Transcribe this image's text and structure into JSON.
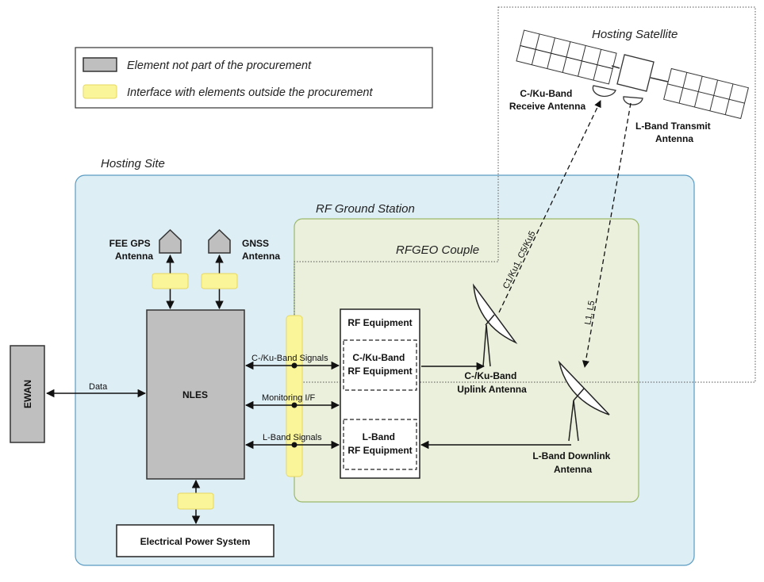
{
  "legend": {
    "not_part": "Element not part of the procurement",
    "interface": "Interface with elements outside the procurement"
  },
  "hosting_satellite": {
    "title": "Hosting Satellite",
    "receive_antenna": [
      "C-/Ku-Band",
      "Receive Antenna"
    ],
    "transmit_antenna": [
      "L-Band Transmit",
      "Antenna"
    ]
  },
  "hosting_site": {
    "title": "Hosting Site"
  },
  "rf_ground_station": {
    "title": "RF Ground Station"
  },
  "rfgeo_couple": {
    "title": "RFGEO Couple"
  },
  "fee_gps": [
    "FEE GPS",
    "Antenna"
  ],
  "gnss": [
    "GNSS",
    "Antenna"
  ],
  "ewan": "EWAN",
  "nles": "NLES",
  "eps": "Electrical Power System",
  "rf_equipment": {
    "title": "RF Equipment",
    "cku": [
      "C-/Ku-Band",
      "RF Equipment"
    ],
    "lband": [
      "L-Band",
      "RF Equipment"
    ]
  },
  "links": {
    "data": "Data",
    "cku_signals": "C-/Ku-Band Signals",
    "monitoring": "Monitoring I/F",
    "lband_signals": "L-Band Signals",
    "uplink_channels": "C1/Ku1, C5/Ku5",
    "downlink_channels": "L1, L5"
  },
  "uplink_antenna": [
    "C-/Ku-Band",
    "Uplink Antenna"
  ],
  "downlink_antenna": [
    "L-Band Downlink",
    "Antenna"
  ]
}
